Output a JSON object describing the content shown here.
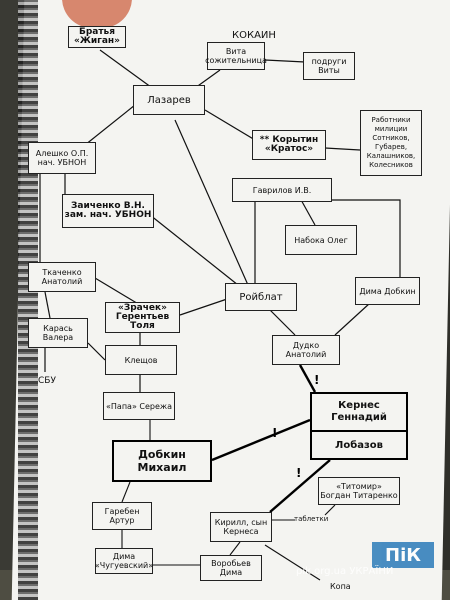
{
  "diagram": {
    "title": "КОКАИН",
    "nodes": {
      "bratya": "Братья «Жиган»",
      "vita": "Вита сожительница",
      "podrugi": "подруги Виты",
      "lazarev": "Лазарев",
      "rabotniki": "Работники милиции Сотников, Губарев, Калашников, Колесников",
      "aleshko": "Алешко О.П. нач. УБНОН",
      "korytin": "** Корытин «Кратос»",
      "zaichenko": "Заиченко В.Н. зам. нач. УБНОН",
      "gavrilov": "Гаврилов И.В.",
      "naboka": "Набока Олег",
      "tkachenko": "Ткаченко Анатолий",
      "roiblat": "Ройблат",
      "dima_dobkin": "Дима Добкин",
      "karas": "Карась Валера",
      "zrachek": "«Зрачек» Герентьев Толя",
      "dudko": "Дудко Анатолий",
      "kleshchov": "Клещов",
      "sbu": "СБУ",
      "papa": "«Папа» Сережа",
      "kernes": "Кернес Геннадий",
      "lobazov": "Лобазов",
      "dobkin_mikhail": "Добкин Михаил",
      "titomir": "«Титомир» Богдан Титаренко",
      "tabletki": "таблетки",
      "gareben": "Гаребен Артур",
      "kirill": "Кирилл, сын Кернеса",
      "dima_chuguev": "Дима «Чугуевский»",
      "vorobyev": "Воробьев Дима",
      "kopa": "Копа"
    },
    "marks": {
      "excl1": "!",
      "excl2": "!",
      "excl3": "!"
    }
  },
  "watermark": {
    "logo": "ПіК",
    "site": "pik.org.ua УКРАЇНИ"
  },
  "colors": {
    "paper": "#f4f4f1",
    "ink": "#111111",
    "watermark_blue": "#2b7bb9",
    "finger": "#d7876e"
  }
}
